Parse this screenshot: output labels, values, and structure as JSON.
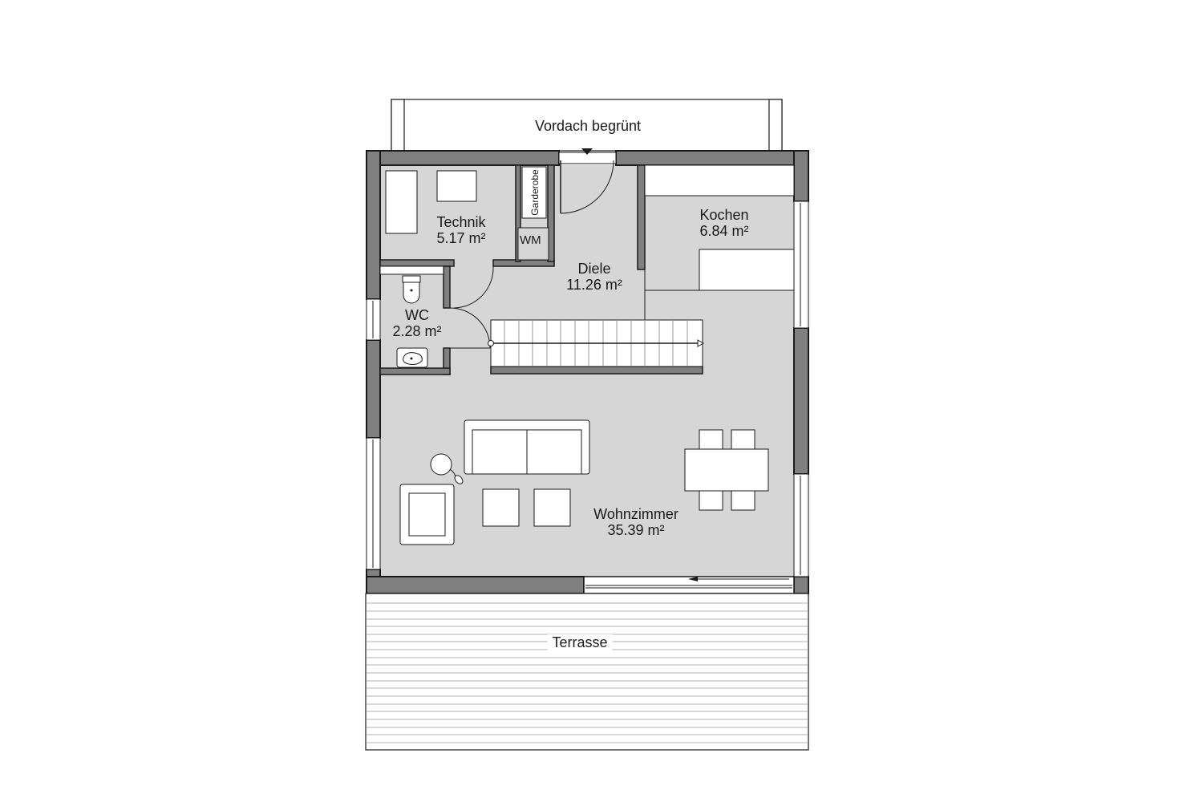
{
  "plan": {
    "colors": {
      "wall": "#808080",
      "floor": "#d6d6d6",
      "outline": "#1a1a1a",
      "terrace_line": "#b0b0b0",
      "furniture": "#ffffff"
    },
    "canopy": {
      "label": "Vordach begrünt"
    },
    "rooms": [
      {
        "id": "technik",
        "name": "Technik",
        "area": "5.17 m²"
      },
      {
        "id": "diele",
        "name": "Diele",
        "area": "11.26 m²"
      },
      {
        "id": "kochen",
        "name": "Kochen",
        "area": "6.84 m²"
      },
      {
        "id": "wc",
        "name": "WC",
        "area": "2.28 m²"
      },
      {
        "id": "wohnzimmer",
        "name": "Wohnzimmer",
        "area": "35.39 m²"
      }
    ],
    "fixtures": {
      "garderobe": "Garderobe",
      "wm": "WM"
    },
    "terrace": {
      "label": "Terrasse"
    }
  }
}
